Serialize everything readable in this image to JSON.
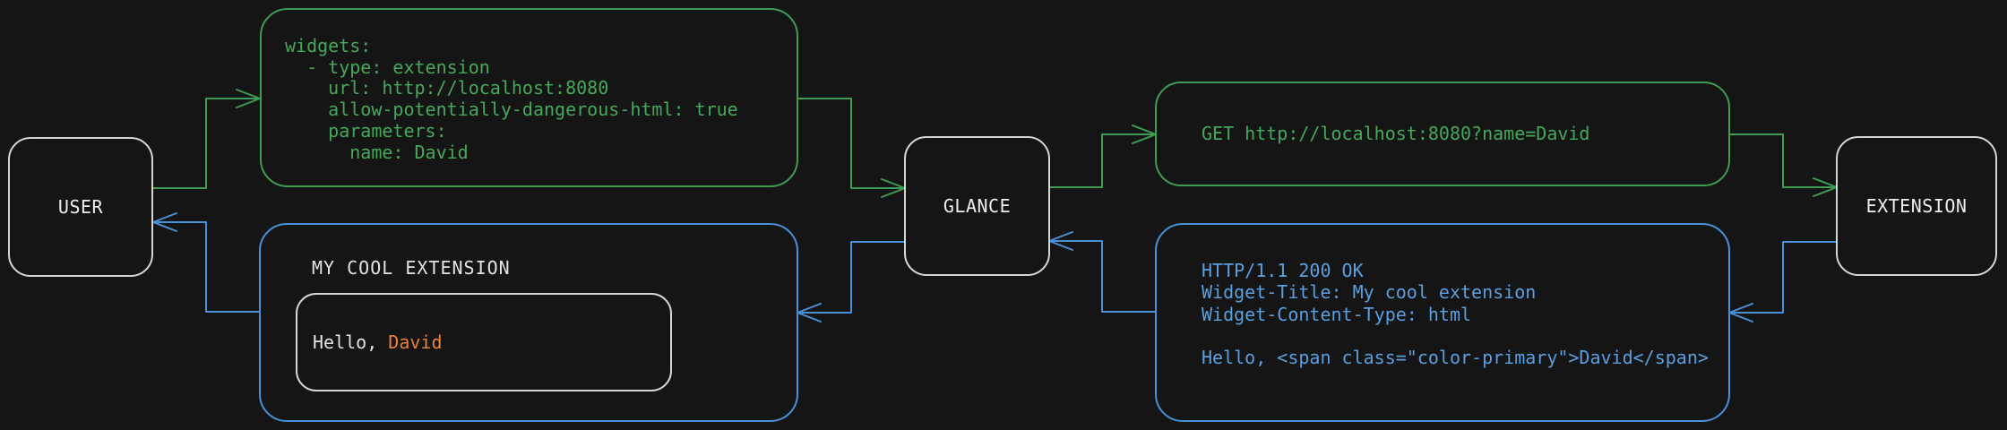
{
  "diagram": {
    "background": "#151515",
    "colors": {
      "green": "#3E9D53",
      "blue": "#4A90D5",
      "neutral_border": "#D6D6D6",
      "light_text": "#EDEDED",
      "orange": "#E8823D"
    },
    "nodes": {
      "user": "USER",
      "glance": "GLANCE",
      "extension": "EXTENSION"
    },
    "config_box": {
      "lines": [
        "widgets:",
        "  - type: extension",
        "    url: http://localhost:8080",
        "    allow-potentially-dangerous-html: true",
        "    parameters:",
        "      name: David"
      ]
    },
    "request_box": {
      "text": "GET http://localhost:8080?name=David"
    },
    "response_box": {
      "lines": [
        "HTTP/1.1 200 OK",
        "Widget-Title: My cool extension",
        "Widget-Content-Type: html",
        "",
        "Hello, <span class=\"color-primary\">David</span>"
      ]
    },
    "widget_preview": {
      "title": "MY COOL EXTENSION",
      "greeting_prefix": "Hello, ",
      "greeting_name": "David"
    }
  }
}
